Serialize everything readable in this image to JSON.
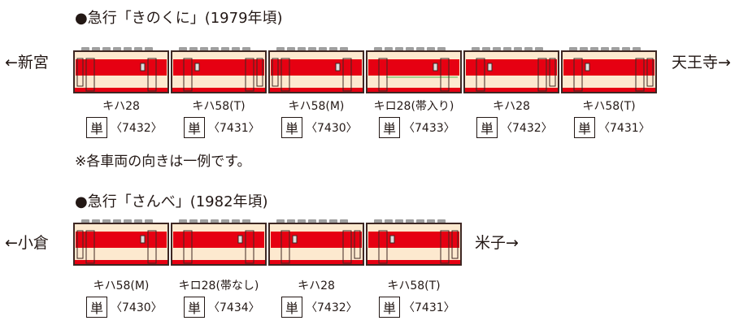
{
  "colors": {
    "red": "#e60012",
    "cream": "#fde9cf",
    "outline": "#3e2723",
    "roof": "#9e9e9e",
    "green": "#a8d08d"
  },
  "sections": [
    {
      "title": "●急行「きのくに」(1979年頃)",
      "left_end": "←新宮",
      "right_end": "天王寺→",
      "cars": [
        {
          "name": "キハ28",
          "badge": "単",
          "code": "〈7432〉",
          "door": "both-left",
          "green": false
        },
        {
          "name": "キハ58(T)",
          "badge": "単",
          "code": "〈7431〉",
          "door": "both-right",
          "green": false
        },
        {
          "name": "キハ58(M)",
          "badge": "単",
          "code": "〈7430〉",
          "door": "both-left",
          "green": false
        },
        {
          "name": "キロ28(帯入り)",
          "badge": "単",
          "code": "〈7433〉",
          "door": "both",
          "green": true
        },
        {
          "name": "キハ28",
          "badge": "単",
          "code": "〈7432〉",
          "door": "both-right",
          "green": false
        },
        {
          "name": "キハ58(T)",
          "badge": "単",
          "code": "〈7431〉",
          "door": "both-right",
          "green": false
        }
      ]
    },
    {
      "title": "●急行「さんべ」(1982年頃)",
      "left_end": "←小倉",
      "right_end": "米子→",
      "cars": [
        {
          "name": "キハ58(M)",
          "badge": "単",
          "code": "〈7430〉",
          "door": "both-left",
          "green": false
        },
        {
          "name": "キロ28(帯なし)",
          "badge": "単",
          "code": "〈7434〉",
          "door": "both",
          "green": false
        },
        {
          "name": "キハ28",
          "badge": "単",
          "code": "〈7432〉",
          "door": "both-right",
          "green": false
        },
        {
          "name": "キハ58(T)",
          "badge": "単",
          "code": "〈7431〉",
          "door": "both-right",
          "green": false
        }
      ]
    }
  ],
  "note": "※各車両の向きは一例です。"
}
